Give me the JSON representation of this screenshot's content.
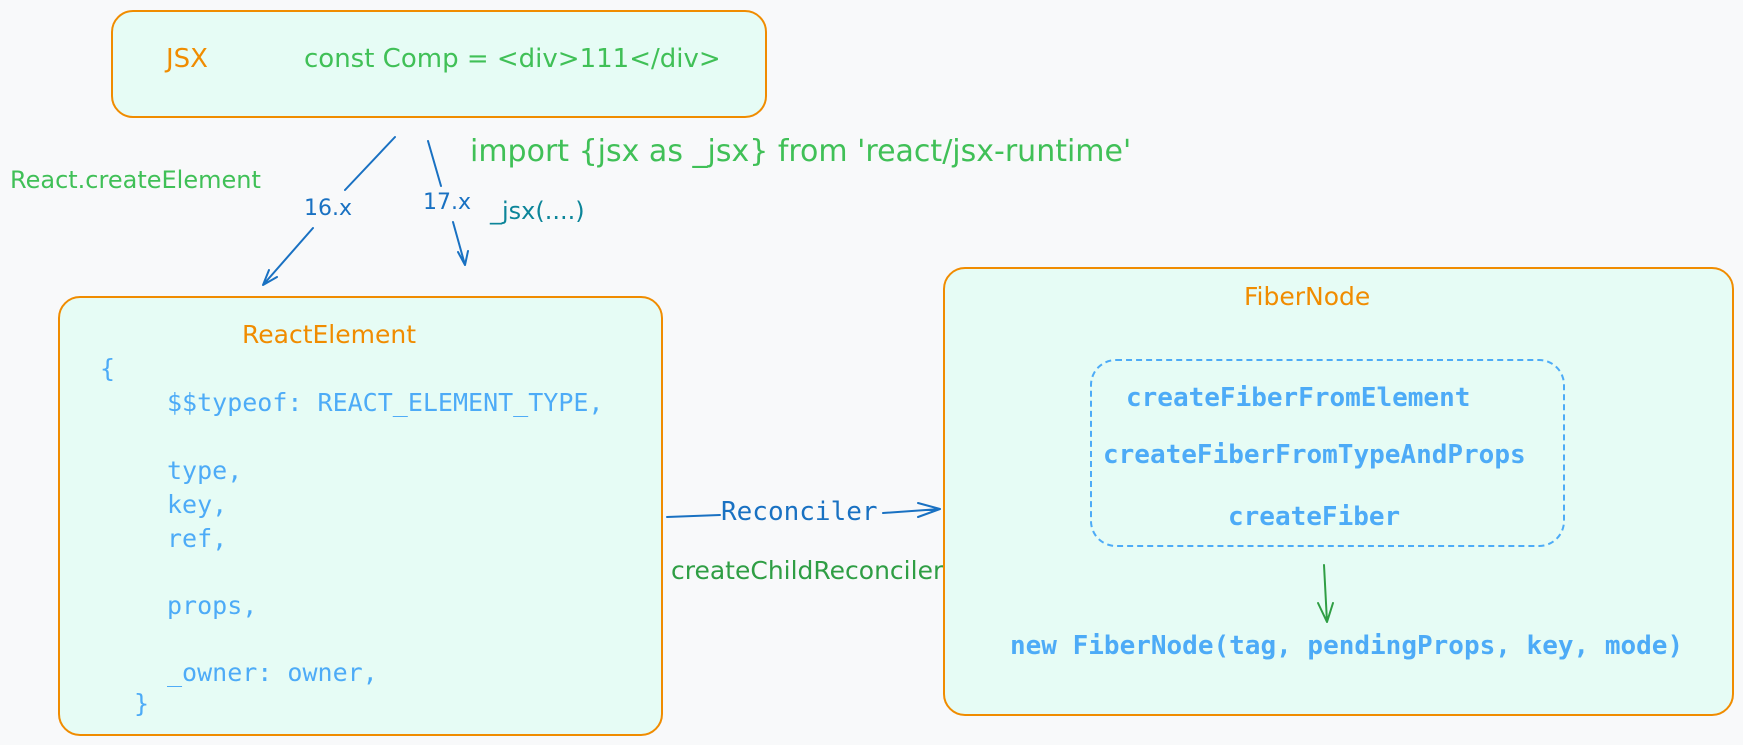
{
  "jsx_box": {
    "label": "JSX",
    "code": "const Comp = <div>111</div>"
  },
  "left_annotation": "React.createElement",
  "import_annotation": "import {jsx as _jsx} from 'react/jsx-runtime'",
  "version_16": "16.x",
  "version_17": "17.x",
  "jsx_call": "_jsx(....)",
  "react_element": {
    "title": "ReactElement",
    "lines": [
      "{",
      "$$typeof: REACT_ELEMENT_TYPE,",
      "type,",
      "key,",
      "ref,",
      "props,",
      "_owner: owner,",
      "}"
    ]
  },
  "reconciler": {
    "label": "Reconciler",
    "sub": "createChildReconciler"
  },
  "fiber_node": {
    "title": "FiberNode",
    "functions": [
      "createFiberFromElement",
      "createFiberFromTypeAndProps",
      "createFiber"
    ],
    "constructor": "new FiberNode(tag, pendingProps, key, mode)"
  },
  "colors": {
    "box_fill": "#e6fcf5",
    "box_stroke": "#f08c00",
    "blue_arrow": "#1971c2",
    "green_arrow": "#2f9e44",
    "code_blue": "#4dabf7"
  }
}
